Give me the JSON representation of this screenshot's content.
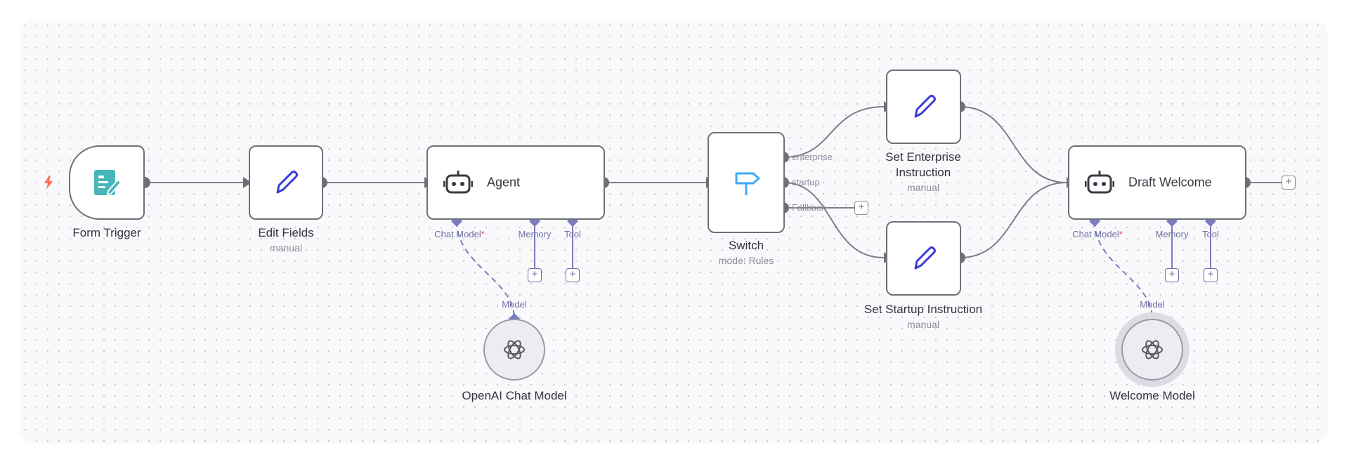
{
  "nodes": {
    "form_trigger": {
      "title": "Form Trigger"
    },
    "edit_fields": {
      "title": "Edit Fields",
      "subtitle": "manual"
    },
    "agent": {
      "title": "Agent",
      "ports": {
        "chat_model": "Chat Model",
        "memory": "Memory",
        "tool": "Tool"
      }
    },
    "openai_chat_model": {
      "title": "OpenAI Chat Model",
      "port": "Model"
    },
    "switch": {
      "title": "Switch",
      "subtitle": "mode: Rules",
      "outputs": {
        "enterprise": "enterprise",
        "startup": "startup",
        "fallback": "Fallback"
      }
    },
    "set_enterprise": {
      "title": "Set Enterprise Instruction",
      "subtitle": "manual"
    },
    "set_startup": {
      "title": "Set Startup Instruction",
      "subtitle": "manual"
    },
    "draft_welcome": {
      "title": "Draft Welcome",
      "ports": {
        "chat_model": "Chat Model",
        "memory": "Memory",
        "tool": "Tool"
      }
    },
    "welcome_model": {
      "title": "Welcome Model",
      "port": "Model"
    }
  },
  "required_marker": "*",
  "add_symbol": "+",
  "colors": {
    "accent": "#7b7bbf",
    "trigger_bolt": "#ff6d5a",
    "form_icon": "#46b6b8",
    "pen_icon": "#3b3bdb",
    "switch_icon": "#3fa9f5"
  }
}
